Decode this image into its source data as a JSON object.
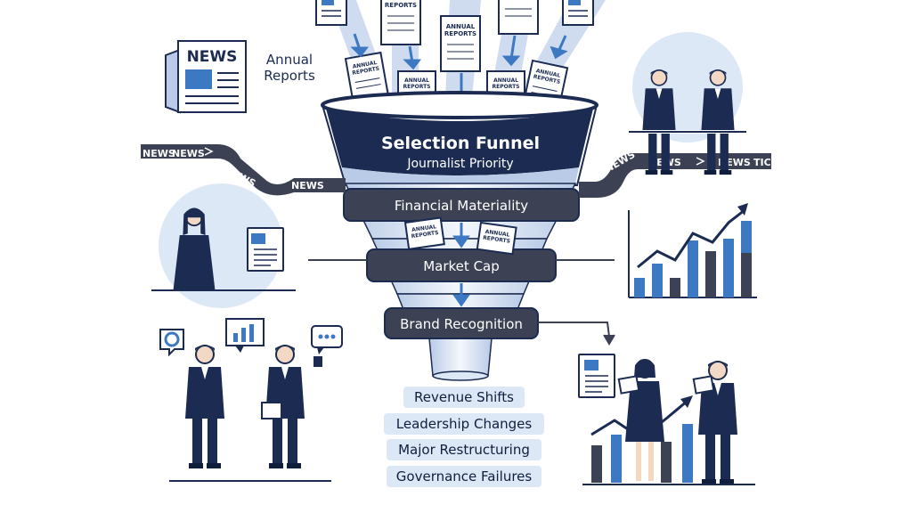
{
  "funnel": {
    "title": "Selection Funnel",
    "subtitle": "Journalist Priority",
    "stage_1": "Financial Materiality",
    "stage_2": "Market Cap",
    "stage_3": "Brand Recognition"
  },
  "input_label": {
    "line1": "Annual",
    "line2": "Reports"
  },
  "documents": {
    "annual_reports": "ANNUAL\nREPORTS",
    "news_masthead": "NEWS"
  },
  "tickers": {
    "left": [
      "NEWS",
      "NEWS",
      "NEWS",
      "NEWS"
    ],
    "right": [
      "NEWS",
      "NEWS",
      "NEWS",
      "TIC"
    ]
  },
  "triggers": [
    "Revenue Shifts",
    "Leadership Changes",
    "Major Restructuring",
    "Governance Failures"
  ],
  "colors": {
    "navy": "#1b2b52",
    "blue": "#3d79c2",
    "light_blue": "#dde8f7",
    "dark_gray": "#3c4254"
  }
}
